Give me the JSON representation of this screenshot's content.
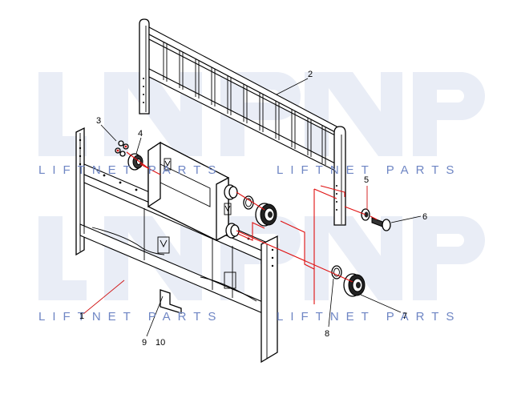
{
  "watermark": {
    "text": "LIFTNET PARTS",
    "logo_letters": "LNP",
    "text_color": "#6f86c4",
    "logo_color": "#e9edf6"
  },
  "callouts": [
    {
      "id": "c1",
      "label": "1"
    },
    {
      "id": "c2",
      "label": "2"
    },
    {
      "id": "c3",
      "label": "3"
    },
    {
      "id": "c4",
      "label": "4"
    },
    {
      "id": "c5",
      "label": "5"
    },
    {
      "id": "c6",
      "label": "6"
    },
    {
      "id": "c7",
      "label": "7"
    },
    {
      "id": "c8",
      "label": "8"
    },
    {
      "id": "c9",
      "label": "9"
    },
    {
      "id": "c10",
      "label": "10"
    }
  ],
  "colors": {
    "line": "#000000",
    "assembly_line": "#e01010"
  }
}
